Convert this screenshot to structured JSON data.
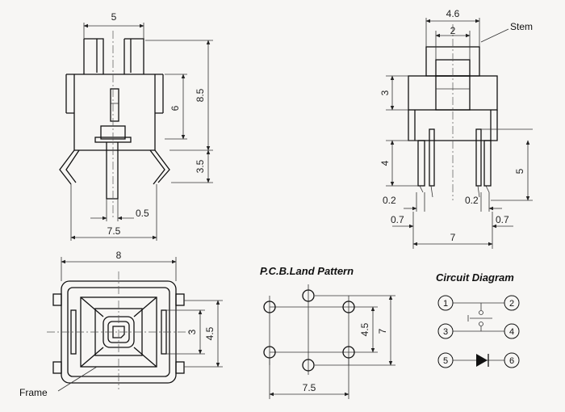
{
  "dims": {
    "front_width": "5",
    "front_height_8_5": "8.5",
    "front_6": "6",
    "front_3_5": "3.5",
    "front_0_5": "0.5",
    "front_7_5": "7.5",
    "side_4_6": "4.6",
    "side_2": "2",
    "side_3": "3",
    "side_4": "4",
    "side_5": "5",
    "side_0_2_left": "0.2",
    "side_0_2_right": "0.2",
    "side_0_7_left": "0.7",
    "side_0_7_right": "0.7",
    "side_7": "7",
    "top_8": "8",
    "top_3": "3",
    "top_4_5": "4.5",
    "pcb_4_5": "4.5",
    "pcb_7": "7",
    "pcb_7_5": "7.5"
  },
  "labels": {
    "stem": "Stem",
    "frame": "Frame",
    "pcb_title": "P.C.B.Land Pattern",
    "circuit_title": "Circuit Diagram"
  },
  "circuit": {
    "pins": [
      "1",
      "2",
      "3",
      "4",
      "5",
      "6"
    ]
  }
}
